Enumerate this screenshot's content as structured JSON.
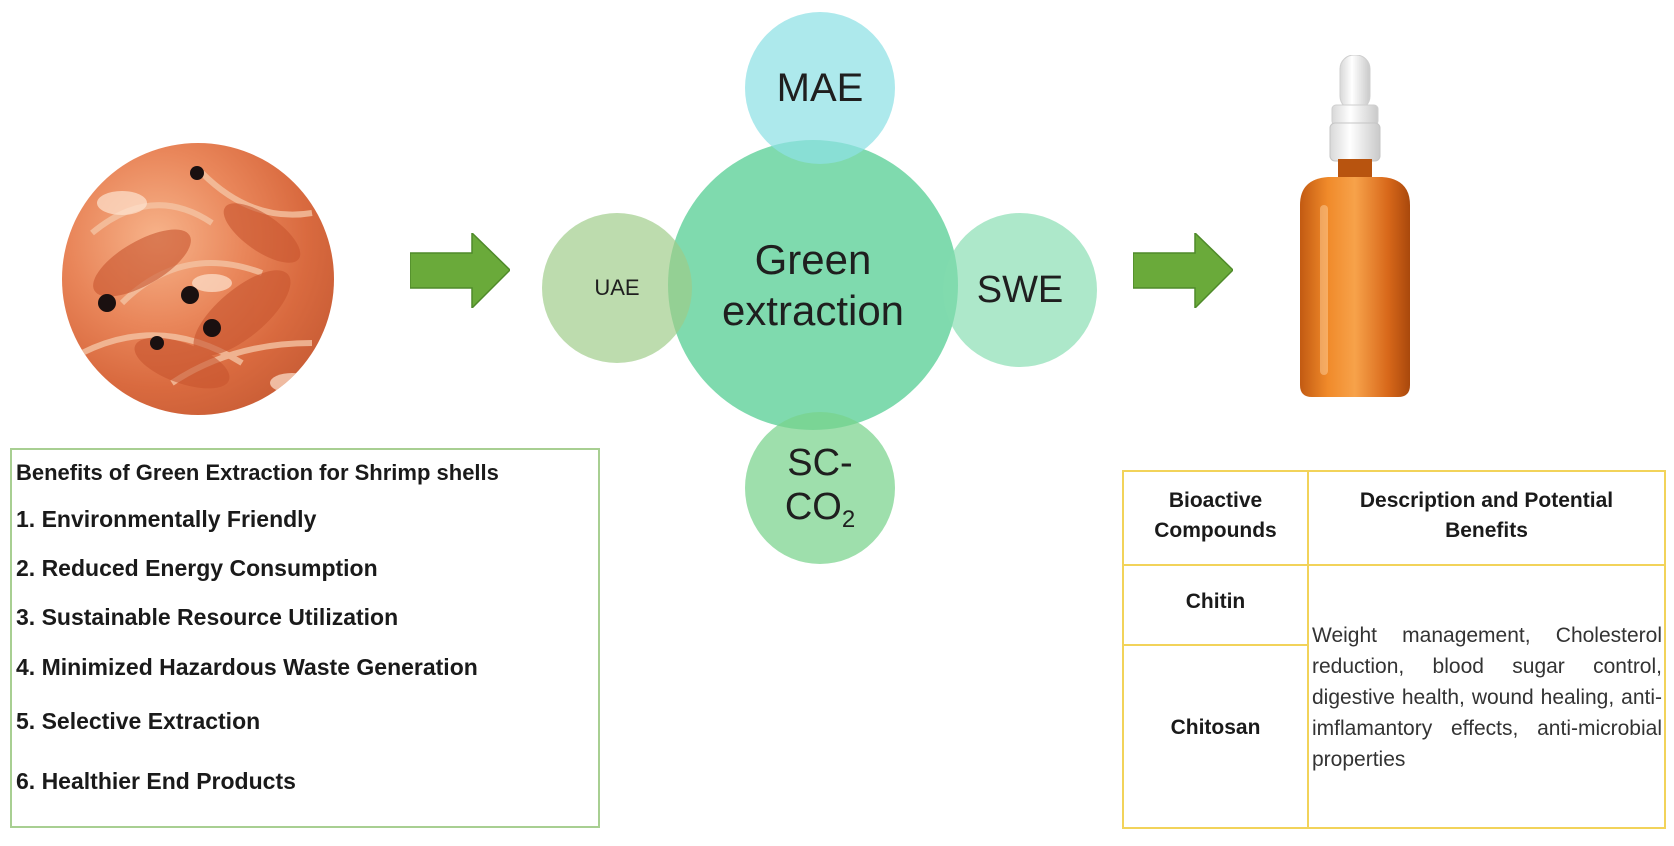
{
  "input_image": {
    "icon": "shrimp-shells-photo"
  },
  "process": {
    "center_line1": "Green",
    "center_line2": "extraction",
    "methods": {
      "top": "MAE",
      "left": "UAE",
      "right": "SWE",
      "bottom_line1": "SC-",
      "bottom_main": "CO",
      "bottom_sub": "2"
    }
  },
  "output_image": {
    "icon": "dropper-bottle"
  },
  "benefits": {
    "title": "Benefits of Green Extraction  for Shrimp shells",
    "items": [
      "1. Environmentally  Friendly",
      "2. Reduced Energy Consumption",
      "3. Sustainable  Resource Utilization",
      "4. Minimized Hazardous  Waste Generation",
      "5. Selective Extraction",
      "6. Healthier End Products"
    ]
  },
  "compounds_table": {
    "header_col1_line1": "Bioactive",
    "header_col1_line2": "Compounds",
    "header_col2_line1": "Description and Potential",
    "header_col2_line2": "Benefits",
    "rows": [
      "Chitin",
      "Chitosan"
    ],
    "description": "Weight management, Cholesterol reduction, blood sugar control, digestive health, wound healing, anti-imflamantory effects, anti-microbial properties"
  },
  "colors": {
    "arrow": "#6aaa3a",
    "center_circle": "#68d4a0",
    "mae_circle": "#8de0e5",
    "uae_circle": "#9ecc87",
    "swe_circle": "#82dcaf",
    "sc_circle": "#78d28c",
    "benefits_border": "#a8cf92",
    "table_border": "#f2d35a"
  }
}
